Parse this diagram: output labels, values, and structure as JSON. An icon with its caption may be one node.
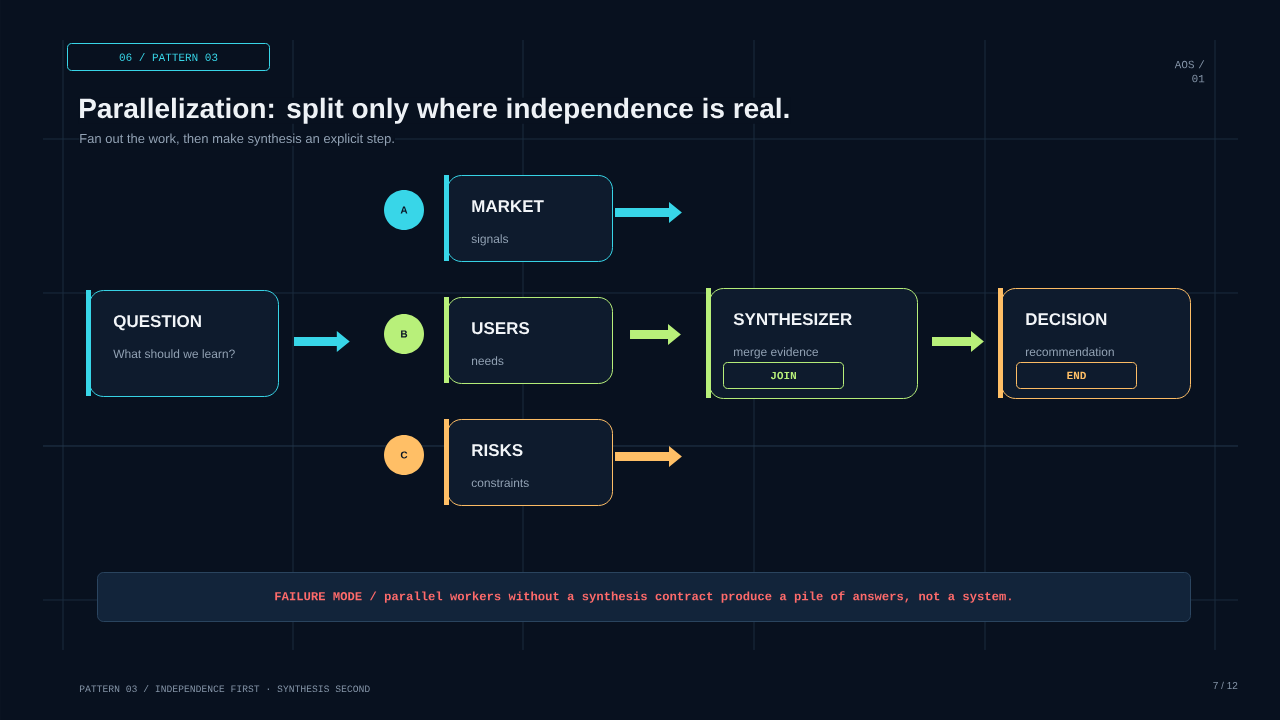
{
  "diagram": {
    "title": "Parallelization: split only where independence is real.",
    "nodes": [
      {
        "text": [
          "06 / PATTERN 03"
        ]
      },
      {
        "text": [
          "QUESTION",
          "What should we learn?"
        ]
      },
      {
        "text": [
          "A"
        ]
      },
      {
        "text": [
          "MARKET",
          "signals"
        ]
      },
      {
        "text": [
          "B"
        ]
      },
      {
        "text": [
          "USERS",
          "needs"
        ]
      },
      {
        "text": [
          "C"
        ]
      },
      {
        "text": [
          "RISKS",
          "constraints"
        ]
      },
      {
        "text": [
          "SYNTHESIZER",
          "merge evidence"
        ]
      },
      {
        "text": [
          "JOIN"
        ],
        "in": 8
      },
      {
        "text": [
          "DECISION",
          "recommendation"
        ]
      },
      {
        "text": [
          "END"
        ],
        "in": 10
      },
      {
        "text": [
          "FAILURE MODE / parallel workers without a synthesis contract produce a pile of answers, not a system."
        ]
      }
    ],
    "edges": [
      {
        "from": 1,
        "to": 4,
        "arrow": "to",
        "color": "#38d6e8"
      },
      {
        "from": 3,
        "to": null,
        "arrow": "to",
        "color": "#38d6e8"
      },
      {
        "from": 5,
        "to": 8,
        "arrow": "to",
        "color": "#b8f07a"
      },
      {
        "from": 7,
        "to": null,
        "arrow": "to",
        "color": "#ffbf66"
      },
      {
        "from": 8,
        "to": 10,
        "arrow": "to",
        "color": "#b8f07a"
      }
    ],
    "labels": [
      "AOS / 01",
      "Fan out the work, then make synthesis an explicit step.",
      "PATTERN 03 / INDEPENDENCE FIRST · SYNTHESIS SECOND",
      "7 / 12"
    ]
  }
}
